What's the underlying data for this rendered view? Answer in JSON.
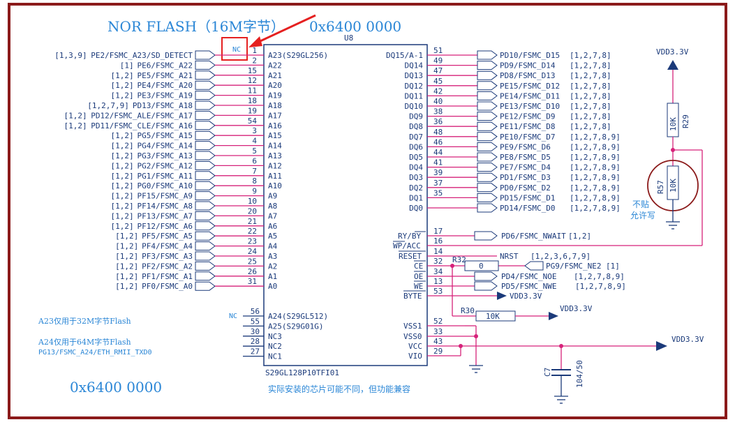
{
  "title": "NOR FLASH（16M字节）",
  "address_top": "0x6400 0000",
  "address_bottom": "0x6400 0000",
  "chip": {
    "ref": "U8",
    "part": "S29GL128P10TFI01",
    "note": "实际安装的芯片可能不同，但功能兼容",
    "nc_marker": "NC"
  },
  "notes": {
    "a23": "A23仅用于32M字节Flash",
    "a24_line1": "A24仅用于64M字节Flash",
    "a24_line2": "PG13/FSMC_A24/ETH_RMII_TXD0",
    "nc_side": "NC"
  },
  "left_pins": [
    {
      "pin": "1",
      "name": "A23(S29GL256)",
      "net": "PE2/FSMC_A23/SD_DETECT",
      "ref": "[1,3,9]"
    },
    {
      "pin": "2",
      "name": "A22",
      "net": "PE6/FSMC_A22",
      "ref": "[1]"
    },
    {
      "pin": "15",
      "name": "A21",
      "net": "PE5/FSMC_A21",
      "ref": "[1,2]"
    },
    {
      "pin": "12",
      "name": "A20",
      "net": "PE4/FSMC_A20",
      "ref": "[1,2]"
    },
    {
      "pin": "11",
      "name": "A19",
      "net": "PE3/FSMC_A19",
      "ref": "[1,2]"
    },
    {
      "pin": "18",
      "name": "A18",
      "net": "PD13/FSMC_A18",
      "ref": "[1,2,7,9]"
    },
    {
      "pin": "19",
      "name": "A17",
      "net": "PD12/FSMC_ALE/FSMC_A17",
      "ref": "[1,2]"
    },
    {
      "pin": "54",
      "name": "A16",
      "net": "PD11/FSMC_CLE/FSMC_A16",
      "ref": "[1,2]"
    },
    {
      "pin": "3",
      "name": "A15",
      "net": "PG5/FSMC_A15",
      "ref": "[1,2]"
    },
    {
      "pin": "4",
      "name": "A14",
      "net": "PG4/FSMC_A14",
      "ref": "[1,2]"
    },
    {
      "pin": "5",
      "name": "A13",
      "net": "PG3/FSMC_A13",
      "ref": "[1,2]"
    },
    {
      "pin": "6",
      "name": "A12",
      "net": "PG2/FSMC_A12",
      "ref": "[1,2]"
    },
    {
      "pin": "7",
      "name": "A11",
      "net": "PG1/FSMC_A11",
      "ref": "[1,2]"
    },
    {
      "pin": "8",
      "name": "A10",
      "net": "PG0/FSMC_A10",
      "ref": "[1,2]"
    },
    {
      "pin": "9",
      "name": "A9",
      "net": "PF15/FSMC_A9",
      "ref": "[1,2]"
    },
    {
      "pin": "10",
      "name": "A8",
      "net": "PF14/FSMC_A8",
      "ref": "[1,2]"
    },
    {
      "pin": "20",
      "name": "A7",
      "net": "PF13/FSMC_A7",
      "ref": "[1,2]"
    },
    {
      "pin": "21",
      "name": "A6",
      "net": "PF12/FSMC_A6",
      "ref": "[1,2]"
    },
    {
      "pin": "22",
      "name": "A5",
      "net": "PF5/FSMC_A5",
      "ref": "[1,2]"
    },
    {
      "pin": "23",
      "name": "A4",
      "net": "PF4/FSMC_A4",
      "ref": "[1,2]"
    },
    {
      "pin": "24",
      "name": "A3",
      "net": "PF3/FSMC_A3",
      "ref": "[1,2]"
    },
    {
      "pin": "25",
      "name": "A2",
      "net": "PF2/FSMC_A2",
      "ref": "[1,2]"
    },
    {
      "pin": "26",
      "name": "A1",
      "net": "PF1/FSMC_A1",
      "ref": "[1,2]"
    },
    {
      "pin": "31",
      "name": "A0",
      "net": "PF0/FSMC_A0",
      "ref": "[1,2]"
    }
  ],
  "left_nc_pins": [
    {
      "pin": "56",
      "name": "A24(S29GL512)"
    },
    {
      "pin": "55",
      "name": "A25(S29G01G)"
    },
    {
      "pin": "30",
      "name": "NC3"
    },
    {
      "pin": "28",
      "name": "NC2"
    },
    {
      "pin": "27",
      "name": "NC1"
    }
  ],
  "right_pins": [
    {
      "pin": "51",
      "name": "DQ15/A-1",
      "net": "PD10/FSMC_D15",
      "ref": "[1,2,7,8]"
    },
    {
      "pin": "49",
      "name": "DQ14",
      "net": "PD9/FSMC_D14",
      "ref": "[1,2,7,8]"
    },
    {
      "pin": "47",
      "name": "DQ13",
      "net": "PD8/FSMC_D13",
      "ref": "[1,2,7,8]"
    },
    {
      "pin": "45",
      "name": "DQ12",
      "net": "PE15/FSMC_D12",
      "ref": "[1,2,7,8]"
    },
    {
      "pin": "42",
      "name": "DQ11",
      "net": "PE14/FSMC_D11",
      "ref": "[1,2,7,8]"
    },
    {
      "pin": "40",
      "name": "DQ10",
      "net": "PE13/FSMC_D10",
      "ref": "[1,2,7,8]"
    },
    {
      "pin": "38",
      "name": "DQ9",
      "net": "PE12/FSMC_D9",
      "ref": "[1,2,7,8]"
    },
    {
      "pin": "36",
      "name": "DQ8",
      "net": "PE11/FSMC_D8",
      "ref": "[1,2,7,8]"
    },
    {
      "pin": "48",
      "name": "DQ7",
      "net": "PE10/FSMC_D7",
      "ref": "[1,2,7,8,9]"
    },
    {
      "pin": "46",
      "name": "DQ6",
      "net": "PE9/FSMC_D6",
      "ref": "[1,2,7,8,9]"
    },
    {
      "pin": "44",
      "name": "DQ5",
      "net": "PE8/FSMC_D5",
      "ref": "[1,2,7,8,9]"
    },
    {
      "pin": "41",
      "name": "DQ4",
      "net": "PE7/FSMC_D4",
      "ref": "[1,2,7,8,9]"
    },
    {
      "pin": "39",
      "name": "DQ3",
      "net": "PD1/FSMC_D3",
      "ref": "[1,2,7,8,9]"
    },
    {
      "pin": "37",
      "name": "DQ2",
      "net": "PD0/FSMC_D2",
      "ref": "[1,2,7,8,9]"
    },
    {
      "pin": "35",
      "name": "DQ1",
      "net": "PD15/FSMC_D1",
      "ref": "[1,2,7,8,9]"
    },
    {
      "pin": "",
      "name": "DQ0",
      "net": "PD14/FSMC_D0",
      "ref": "[1,2,7,8,9]"
    }
  ],
  "ctrl": {
    "ry_by": {
      "pin": "17",
      "name": "RY/BY",
      "net": "PD6/FSMC_NWAIT",
      "ref": "[1,2]"
    },
    "wp_acc": {
      "pin": "16",
      "name": "WP/ACC"
    },
    "reset": {
      "pin": "14",
      "name": "RESET",
      "net": "NRST",
      "ref": "[1,2,3,6,7,9]"
    },
    "ce": {
      "pin": "32",
      "name": "CE",
      "net": "PG9/FSMC_NE2",
      "ref": "[1]"
    },
    "oe": {
      "pin": "34",
      "name": "OE",
      "net": "PD4/FSMC_NOE",
      "ref": "[1,2,7,8,9]"
    },
    "we": {
      "pin": "13",
      "name": "WE",
      "net": "PD5/FSMC_NWE",
      "ref": "[1,2,7,8,9]"
    },
    "byte": {
      "pin": "53",
      "name": "BYTE",
      "net": "VDD3.3V"
    },
    "vss1": {
      "pin": "52",
      "name": "VSS1"
    },
    "vss0": {
      "pin": "33",
      "name": "VSS0"
    },
    "vcc": {
      "pin": "43",
      "name": "VCC"
    },
    "vio": {
      "pin": "29",
      "name": "VIO"
    }
  },
  "r32": {
    "ref": "R32",
    "value": "0"
  },
  "r30": {
    "ref": "R30",
    "value": "10K",
    "net": "VDD3.3V"
  },
  "r29": {
    "ref": "R29",
    "value": "10K"
  },
  "r57": {
    "ref": "R57",
    "value": "10K",
    "note1": "不贴",
    "note2": "允许写"
  },
  "c7": {
    "ref": "C7",
    "value": "104/50"
  },
  "vdd_top": "VDD3.3V",
  "vdd_right": "VDD3.3V"
}
